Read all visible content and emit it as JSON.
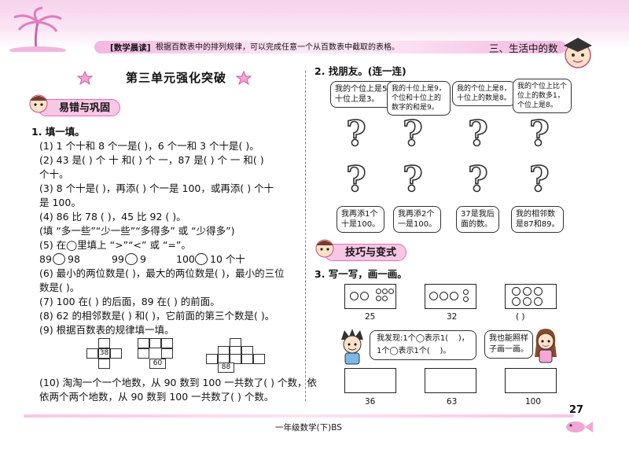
{
  "header": {
    "tip_label": "[数学晨读]",
    "tip_text": "根据百数表中的排列规律，可以完成任意一个从百数表中截取的表格。",
    "chapter": "三、生活中的数"
  },
  "title": "第三单元强化突破",
  "sections": {
    "left_tag": "易错与巩固",
    "right_tag": "技巧与变式"
  },
  "q1": {
    "heading": "1. 填一填。",
    "lines": [
      "(1) 1 个十和 8 个一是(        )，6 个一和 3 个十是(        )。",
      "(2) 43 是(    ) 个 十 和(    ) 个 一，87 是(    ) 个 一 和(    )",
      "个十。",
      "(3) 8 个十是(       )，再添(       ) 个一是 100，或再添(      ) 个十",
      "是 100。",
      "(4) 86 比 78 (              )，45 比 92 (              )。",
      "(填 “多一些”“少一些”“多得多” 或 “少得多”)",
      "(5) 在◯里填上 “>”“<” 或 “=”。",
      "(6) 最小的两位数是(        )，最大的两位数是(        )，最小的三位",
      "数是(      )。",
      "(7) 100 在(          ) 的后面，89 在(       ) 的前面。",
      "(8) 62 的相邻数是(        ) 和(        )，它前面的第三个数是(      )。",
      "(9) 根据百数表的规律填一填。"
    ],
    "compare": [
      "89",
      "98",
      "99",
      "9",
      "100",
      "10 个十"
    ],
    "grid_numbers": [
      "38",
      "60",
      "88"
    ],
    "line10a": "(10) 淘淘一个一个地数，从 90 数到 100 一共数了(      ) 个数，依",
    "line10b": "依两个两个地数，从 90 数到 100 一共数了(      ) 个数。"
  },
  "q2": {
    "heading": "2. 找朋友。(连一连)",
    "top_bubbles": [
      "我的个位上是5，\n十位上是3。",
      "我的十位上是9，\n个位和十位上的\n数字的和是9。",
      "我的个位上是8，\n十位上的数是8。",
      "我的个位上比个\n位上的数多1，\n个位上是8。"
    ],
    "bottom_bubbles": [
      "我再添1个\n十是100。",
      "我再添2个\n一是100。",
      "37是我后\n面的数。",
      "我的相邻数\n是87和89。"
    ]
  },
  "q3": {
    "heading": "3. 写一写，画一画。",
    "box_labels": [
      "25",
      "32",
      "(       )"
    ],
    "boy_bubble": "我发现:1个◯表示1(    )，\n1个◯表示1个(    )。",
    "girl_bubble": "我也能照样\n子画一画。",
    "empty_box_labels": [
      "36",
      "63",
      "100"
    ]
  },
  "footer": {
    "text": "一年级数学(下)BS",
    "page": "27"
  },
  "colors": {
    "pink": "#e86ab8",
    "band": "#f6d2ec",
    "tag": "#f7c8e6"
  }
}
